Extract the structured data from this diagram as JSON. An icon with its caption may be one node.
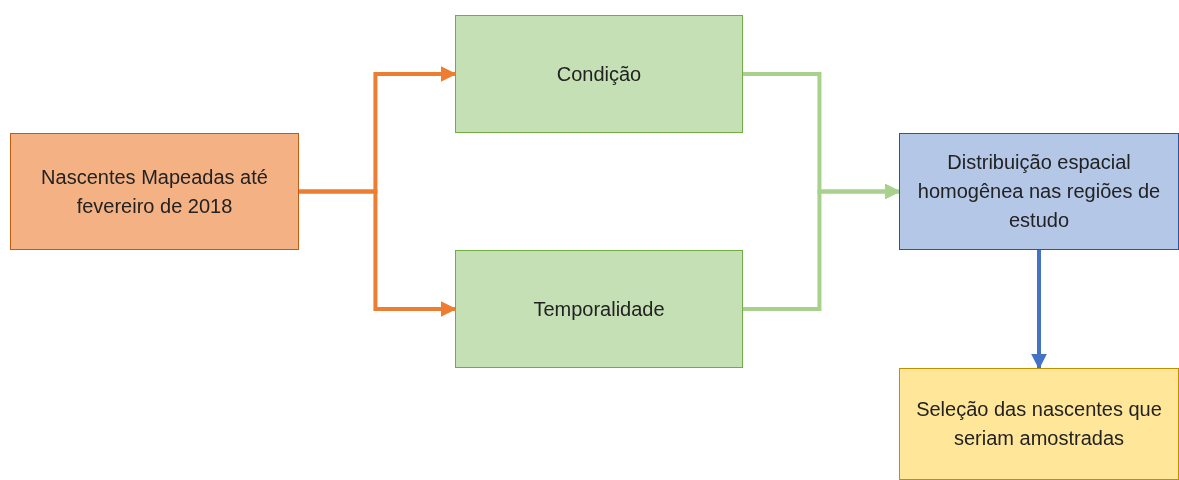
{
  "diagram": {
    "nodes": [
      {
        "text": [
          "Nascentes Mapeadas até fevereiro de 2018"
        ]
      },
      {
        "text": [
          "Condição"
        ]
      },
      {
        "text": [
          "Temporalidade"
        ]
      },
      {
        "text": [
          "Distribuição espacial homogênea nas regiões de estudo"
        ]
      },
      {
        "text": [
          "Seleção das nascentes que seriam amostradas"
        ]
      }
    ],
    "edges": [
      {
        "from": 0,
        "to": 1,
        "arrow": "to",
        "color": "#ed7d31"
      },
      {
        "from": 0,
        "to": 2,
        "arrow": "to",
        "color": "#ed7d31"
      },
      {
        "from": 1,
        "to": 3,
        "arrow": "to",
        "color": "#a9d18e"
      },
      {
        "from": 2,
        "to": 3,
        "arrow": "to",
        "color": "#a9d18e"
      },
      {
        "from": 3,
        "to": 4,
        "arrow": "to",
        "color": "#4472c4"
      }
    ]
  }
}
